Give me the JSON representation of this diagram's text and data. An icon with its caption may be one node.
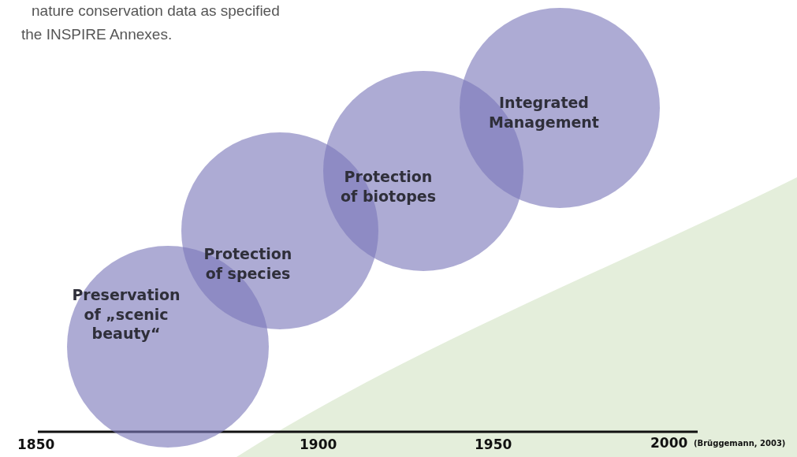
{
  "diagram": {
    "nodes": [
      {
        "text": [
          "Preservation of „scenic beauty“"
        ]
      },
      {
        "text": [
          "Protection of species"
        ]
      },
      {
        "text": [
          "Protection of biotopes"
        ]
      },
      {
        "text": [
          "Integrated Management"
        ]
      }
    ],
    "labels": [
      "nature conservation data as specified",
      "the INSPIRE Annexes.",
      "1850",
      "1900",
      "1950",
      "2000",
      "(Brüggemann, 2003)"
    ]
  }
}
